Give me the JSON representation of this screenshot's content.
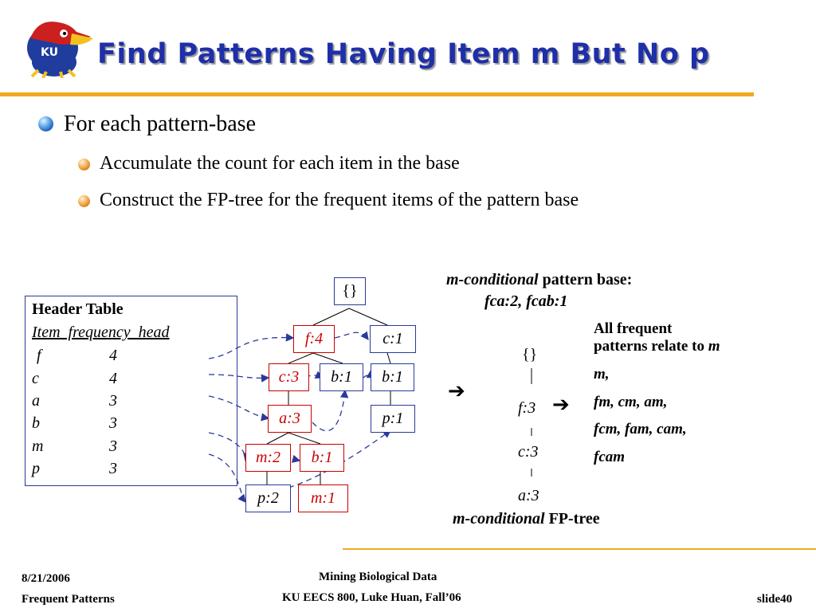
{
  "title": "Find Patterns Having Item m But No p",
  "logo_text": "KU",
  "bullets": {
    "level1": "For each pattern-base",
    "level2": [
      "Accumulate the count for each item in the base",
      "Construct the FP-tree for the frequent items of the pattern base"
    ]
  },
  "header_table": {
    "title": "Header Table",
    "columns": "Item  frequency  head",
    "rows": [
      {
        "item": "f",
        "freq": "4"
      },
      {
        "item": "c",
        "freq": "4"
      },
      {
        "item": "a",
        "freq": "3"
      },
      {
        "item": "b",
        "freq": "3"
      },
      {
        "item": "m",
        "freq": "3"
      },
      {
        "item": "p",
        "freq": "3"
      }
    ]
  },
  "tree": {
    "root": "{}",
    "nodes": {
      "f4": "f:4",
      "c1a": "c:1",
      "c3": "c:3",
      "b1a": "b:1",
      "b1b": "b:1",
      "a3": "a:3",
      "p1": "p:1",
      "m2": "m:2",
      "b1c": "b:1",
      "p2": "p:2",
      "m1": "m:1"
    }
  },
  "conditional": {
    "base_label_italic": "m-conditional",
    "base_label_rest": " pattern base:",
    "base_values": "fca:2, fcab:1",
    "tree_root": "{}",
    "tree_nodes": [
      "f:3",
      "c:3",
      "a:3"
    ],
    "tree_label_italic": "m-conditional",
    "tree_label_rest": " FP-tree",
    "arrow": "➔",
    "patterns_title_1": "All frequent",
    "patterns_title_2": "patterns relate to ",
    "patterns_title_item": "m",
    "patterns": [
      "m,",
      "fm, cm, am,",
      "fcm, fam, cam,",
      "fcam"
    ]
  },
  "footer": {
    "date": "8/21/2006",
    "topic": "Frequent Patterns",
    "course1": "Mining Biological Data",
    "course2": "KU EECS 800, Luke Huan, Fall’06",
    "slide": "slide40"
  },
  "colors": {
    "title": "#1f2fa8",
    "accent": "#f2a81f",
    "red": "#cc0000",
    "box": "#2a3a9a"
  }
}
